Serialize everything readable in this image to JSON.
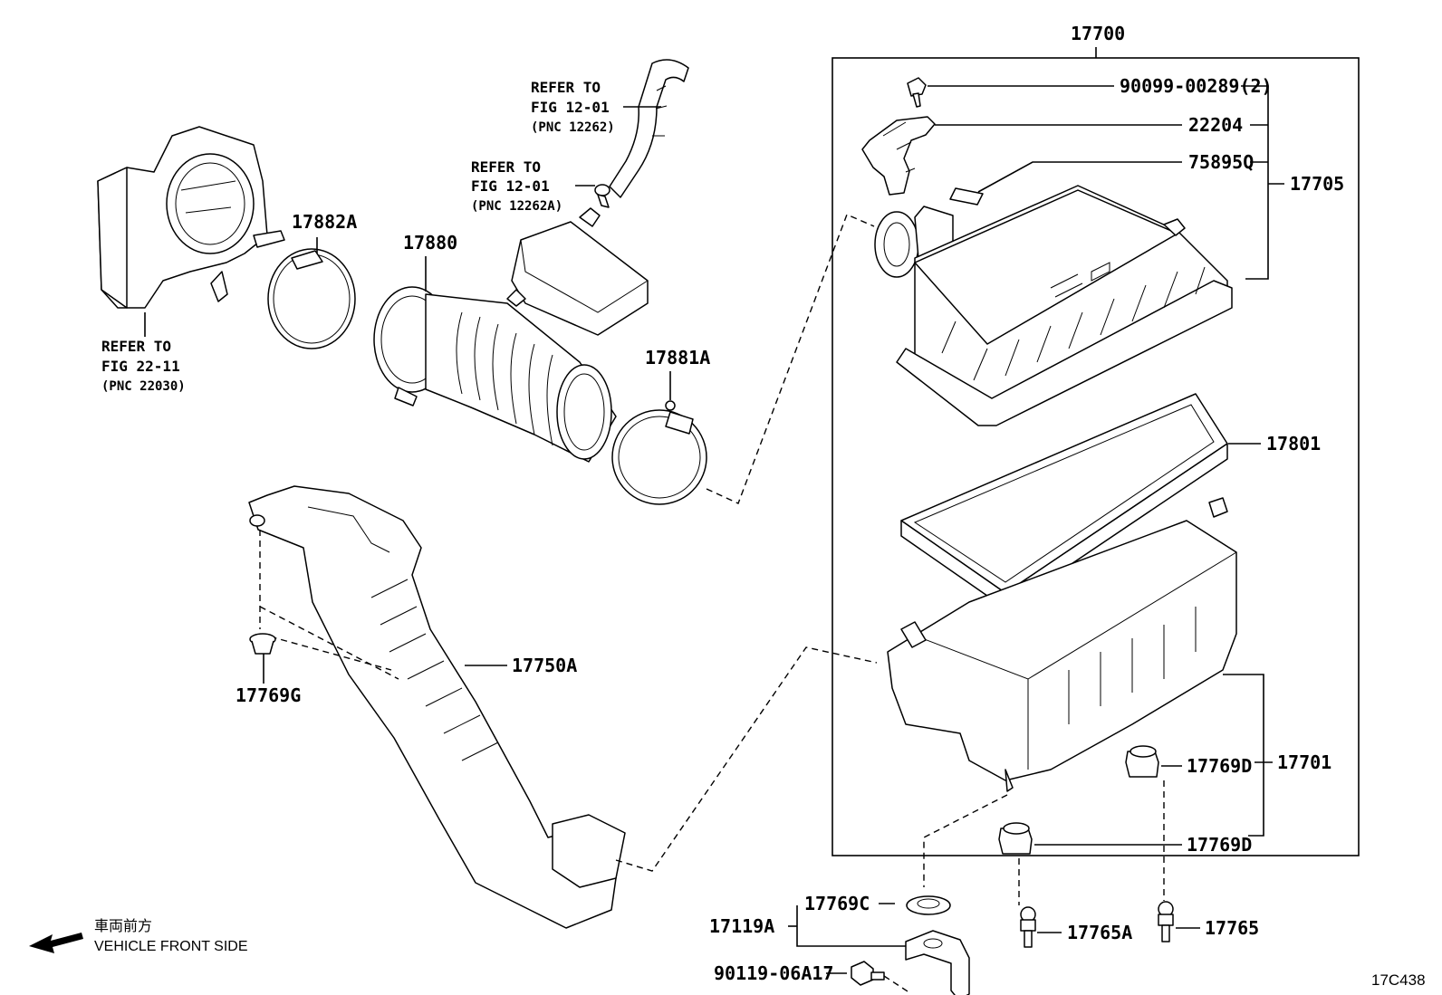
{
  "labels": {
    "p17700": "17700",
    "p90099": "90099-00289(2)",
    "p22204": "22204",
    "p75895": "75895Q",
    "p17705": "17705",
    "p17801": "17801",
    "p17701": "17701",
    "p17769d_a": "17769D",
    "p17769d_b": "17769D",
    "p17765a": "17765A",
    "p17765": "17765",
    "p17769c": "17769C",
    "p17119a": "17119A",
    "p90119": "90119-06A17",
    "p17882a": "17882A",
    "p17880": "17880",
    "p17881a": "17881A",
    "p17750a": "17750A",
    "p17769g": "17769G"
  },
  "references": {
    "hose": {
      "line1": "REFER TO",
      "line2": "FIG 12-01",
      "line3": "(PNC 12262)"
    },
    "clip": {
      "line1": "REFER TO",
      "line2": "FIG 12-01",
      "line3": "(PNC 12262A)"
    },
    "throttle": {
      "line1": "REFER TO",
      "line2": "FIG 22-11",
      "line3": "(PNC 22030)"
    }
  },
  "front_note": {
    "jp": "車両前方",
    "en": "VEHICLE FRONT SIDE"
  },
  "figure_code": "17C438"
}
